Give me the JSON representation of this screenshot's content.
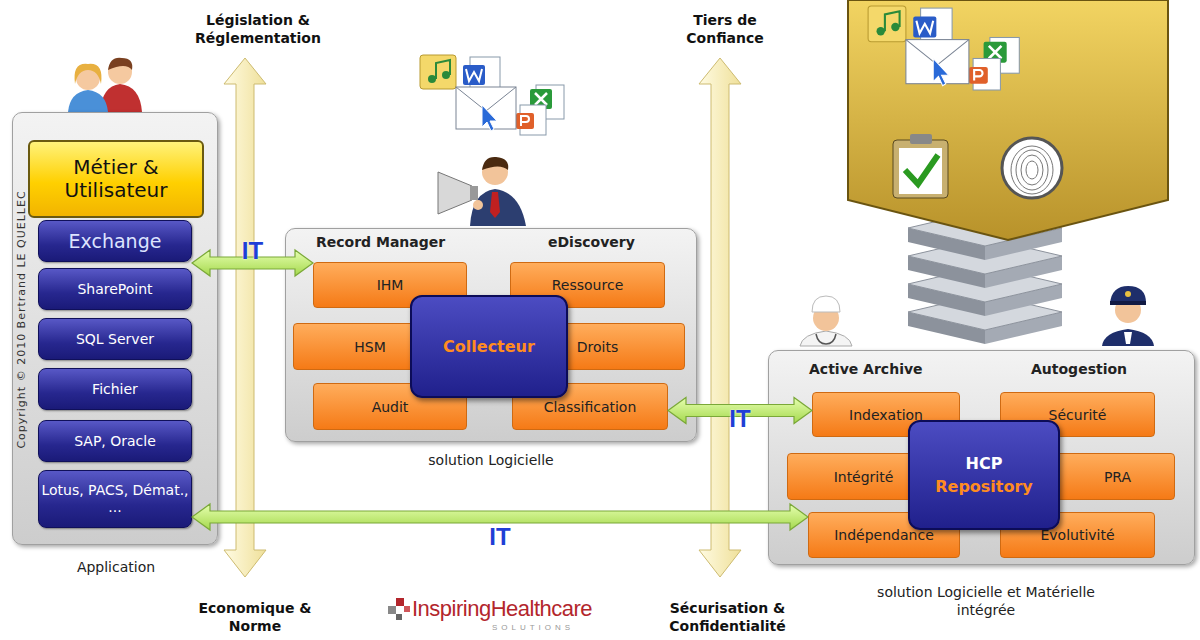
{
  "diagram": {
    "nodes": [
      {
        "text": [
          "Application"
        ]
      },
      {
        "text": [
          "Métier & Utilisateur"
        ],
        "in": 0
      },
      {
        "text": [
          "Exchange"
        ],
        "in": 0
      },
      {
        "text": [
          "SharePoint"
        ],
        "in": 0
      },
      {
        "text": [
          "SQL Server"
        ],
        "in": 0
      },
      {
        "text": [
          "Fichier"
        ],
        "in": 0
      },
      {
        "text": [
          "SAP, Oracle"
        ],
        "in": 0
      },
      {
        "text": [
          "Lotus, PACS, Démat., ..."
        ],
        "in": 0
      },
      {
        "text": [
          "Record Manager",
          "eDiscovery",
          "solution Logicielle"
        ]
      },
      {
        "text": [
          "IHM"
        ],
        "in": 8
      },
      {
        "text": [
          "Ressource"
        ],
        "in": 8
      },
      {
        "text": [
          "HSM"
        ],
        "in": 8
      },
      {
        "text": [
          "Droits"
        ],
        "in": 8
      },
      {
        "text": [
          "Audit"
        ],
        "in": 8
      },
      {
        "text": [
          "Classification"
        ],
        "in": 8
      },
      {
        "text": [
          "Collecteur"
        ],
        "in": 8
      },
      {
        "text": [
          "Active Archive",
          "Autogestion",
          "solution Logicielle et Matérielle intégrée"
        ]
      },
      {
        "text": [
          "Indexation"
        ],
        "in": 16
      },
      {
        "text": [
          "Sécurité"
        ],
        "in": 16
      },
      {
        "text": [
          "Intégrité"
        ],
        "in": 16
      },
      {
        "text": [
          "PRA"
        ],
        "in": 16
      },
      {
        "text": [
          "Indépendance"
        ],
        "in": 16
      },
      {
        "text": [
          "Evolutivité"
        ],
        "in": 16
      },
      {
        "text": [
          "HCP",
          "Repository"
        ],
        "in": 16
      }
    ],
    "edges": [
      {
        "from": 2,
        "to": 9,
        "label": "IT",
        "arrow": "both"
      },
      {
        "from": 14,
        "to": 17,
        "label": "IT",
        "arrow": "both"
      },
      {
        "from": 7,
        "to": 21,
        "label": "IT",
        "arrow": "both"
      }
    ],
    "labels": [
      "Législation & Réglementation",
      "Tiers de Confiance",
      "Economique & Norme",
      "Sécurisation & Confidentialité",
      "Copyright © 2010 Bertrand LE QUELLEC",
      "InspiringHealthcare",
      "SOLUTIONS"
    ]
  }
}
